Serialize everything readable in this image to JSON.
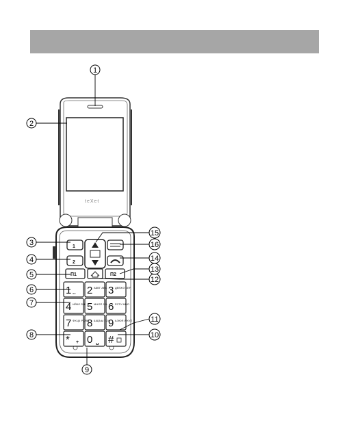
{
  "header_banner": {
    "color": "#a6a6a6"
  },
  "phone": {
    "brand": "teXet",
    "softkey_left": "П1",
    "softkey_right": "П2",
    "speed_dial_1": "1",
    "speed_dial_2": "2",
    "keys": [
      {
        "digit": "1",
        "letters": "oo"
      },
      {
        "digit": "2",
        "letters": "АБВГ ABC"
      },
      {
        "digit": "3",
        "letters": "ДЕЁЖЗ DEF"
      },
      {
        "digit": "4",
        "letters": "ИЙКЛ GHI"
      },
      {
        "digit": "5",
        "letters": "МНОП JKL"
      },
      {
        "digit": "6",
        "letters": "РСТУ MNO"
      },
      {
        "digit": "7",
        "letters": "ФХЦЧ PQRS"
      },
      {
        "digit": "8",
        "letters": "ШЩЪЫ TUV"
      },
      {
        "digit": "9",
        "letters": "ЬЭЮЯ WXYZ"
      },
      {
        "digit": "*",
        "letters": "+"
      },
      {
        "digit": "0",
        "letters": "␣"
      },
      {
        "digit": "#",
        "letters": ""
      }
    ]
  },
  "callouts": [
    "1",
    "2",
    "3",
    "4",
    "5",
    "6",
    "7",
    "8",
    "9",
    "10",
    "11",
    "12",
    "13",
    "14",
    "15",
    "16"
  ]
}
